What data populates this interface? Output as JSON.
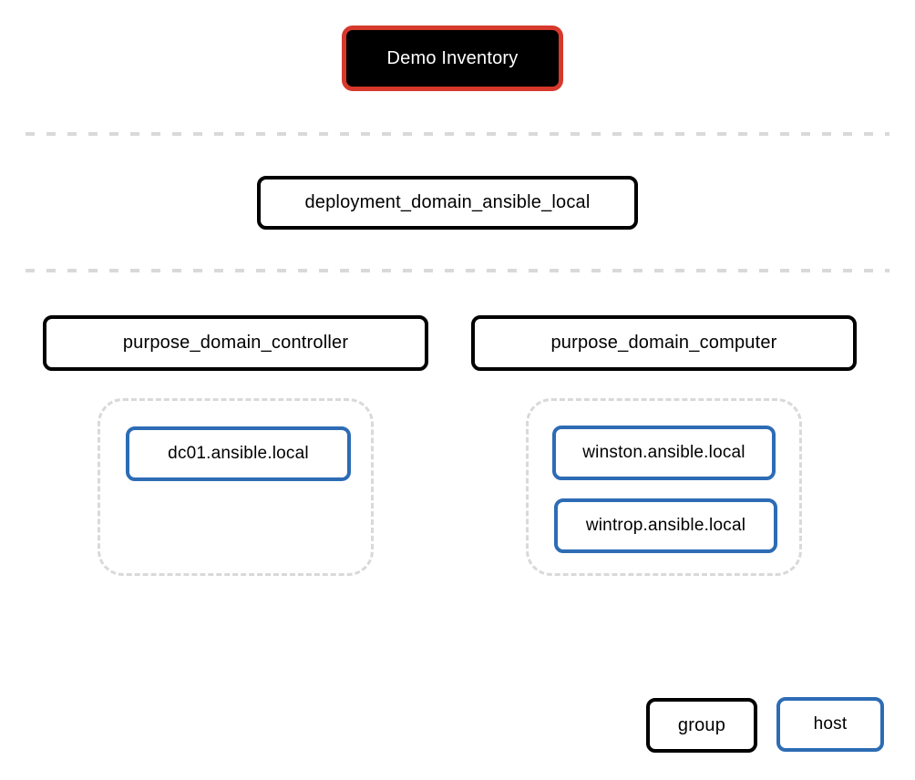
{
  "diagram": {
    "title_node": {
      "label": "Demo Inventory"
    },
    "deployment_group": {
      "label": "deployment_domain_ansible_local"
    },
    "groups": [
      {
        "label": "purpose_domain_controller",
        "hosts": [
          "dc01.ansible.local"
        ]
      },
      {
        "label": "purpose_domain_computer",
        "hosts": [
          "winston.ansible.local",
          "wintrop.ansible.local"
        ]
      }
    ],
    "legend": {
      "group_label": "group",
      "host_label": "host"
    },
    "colors": {
      "root_border": "#d6392b",
      "root_background": "#000000",
      "root_text": "#ffffff",
      "group_border": "#000000",
      "host_border": "#2d6cb5",
      "divider_dash": "#d9d9d9",
      "cluster_dash": "#d9d9d9",
      "background": "#ffffff"
    }
  }
}
